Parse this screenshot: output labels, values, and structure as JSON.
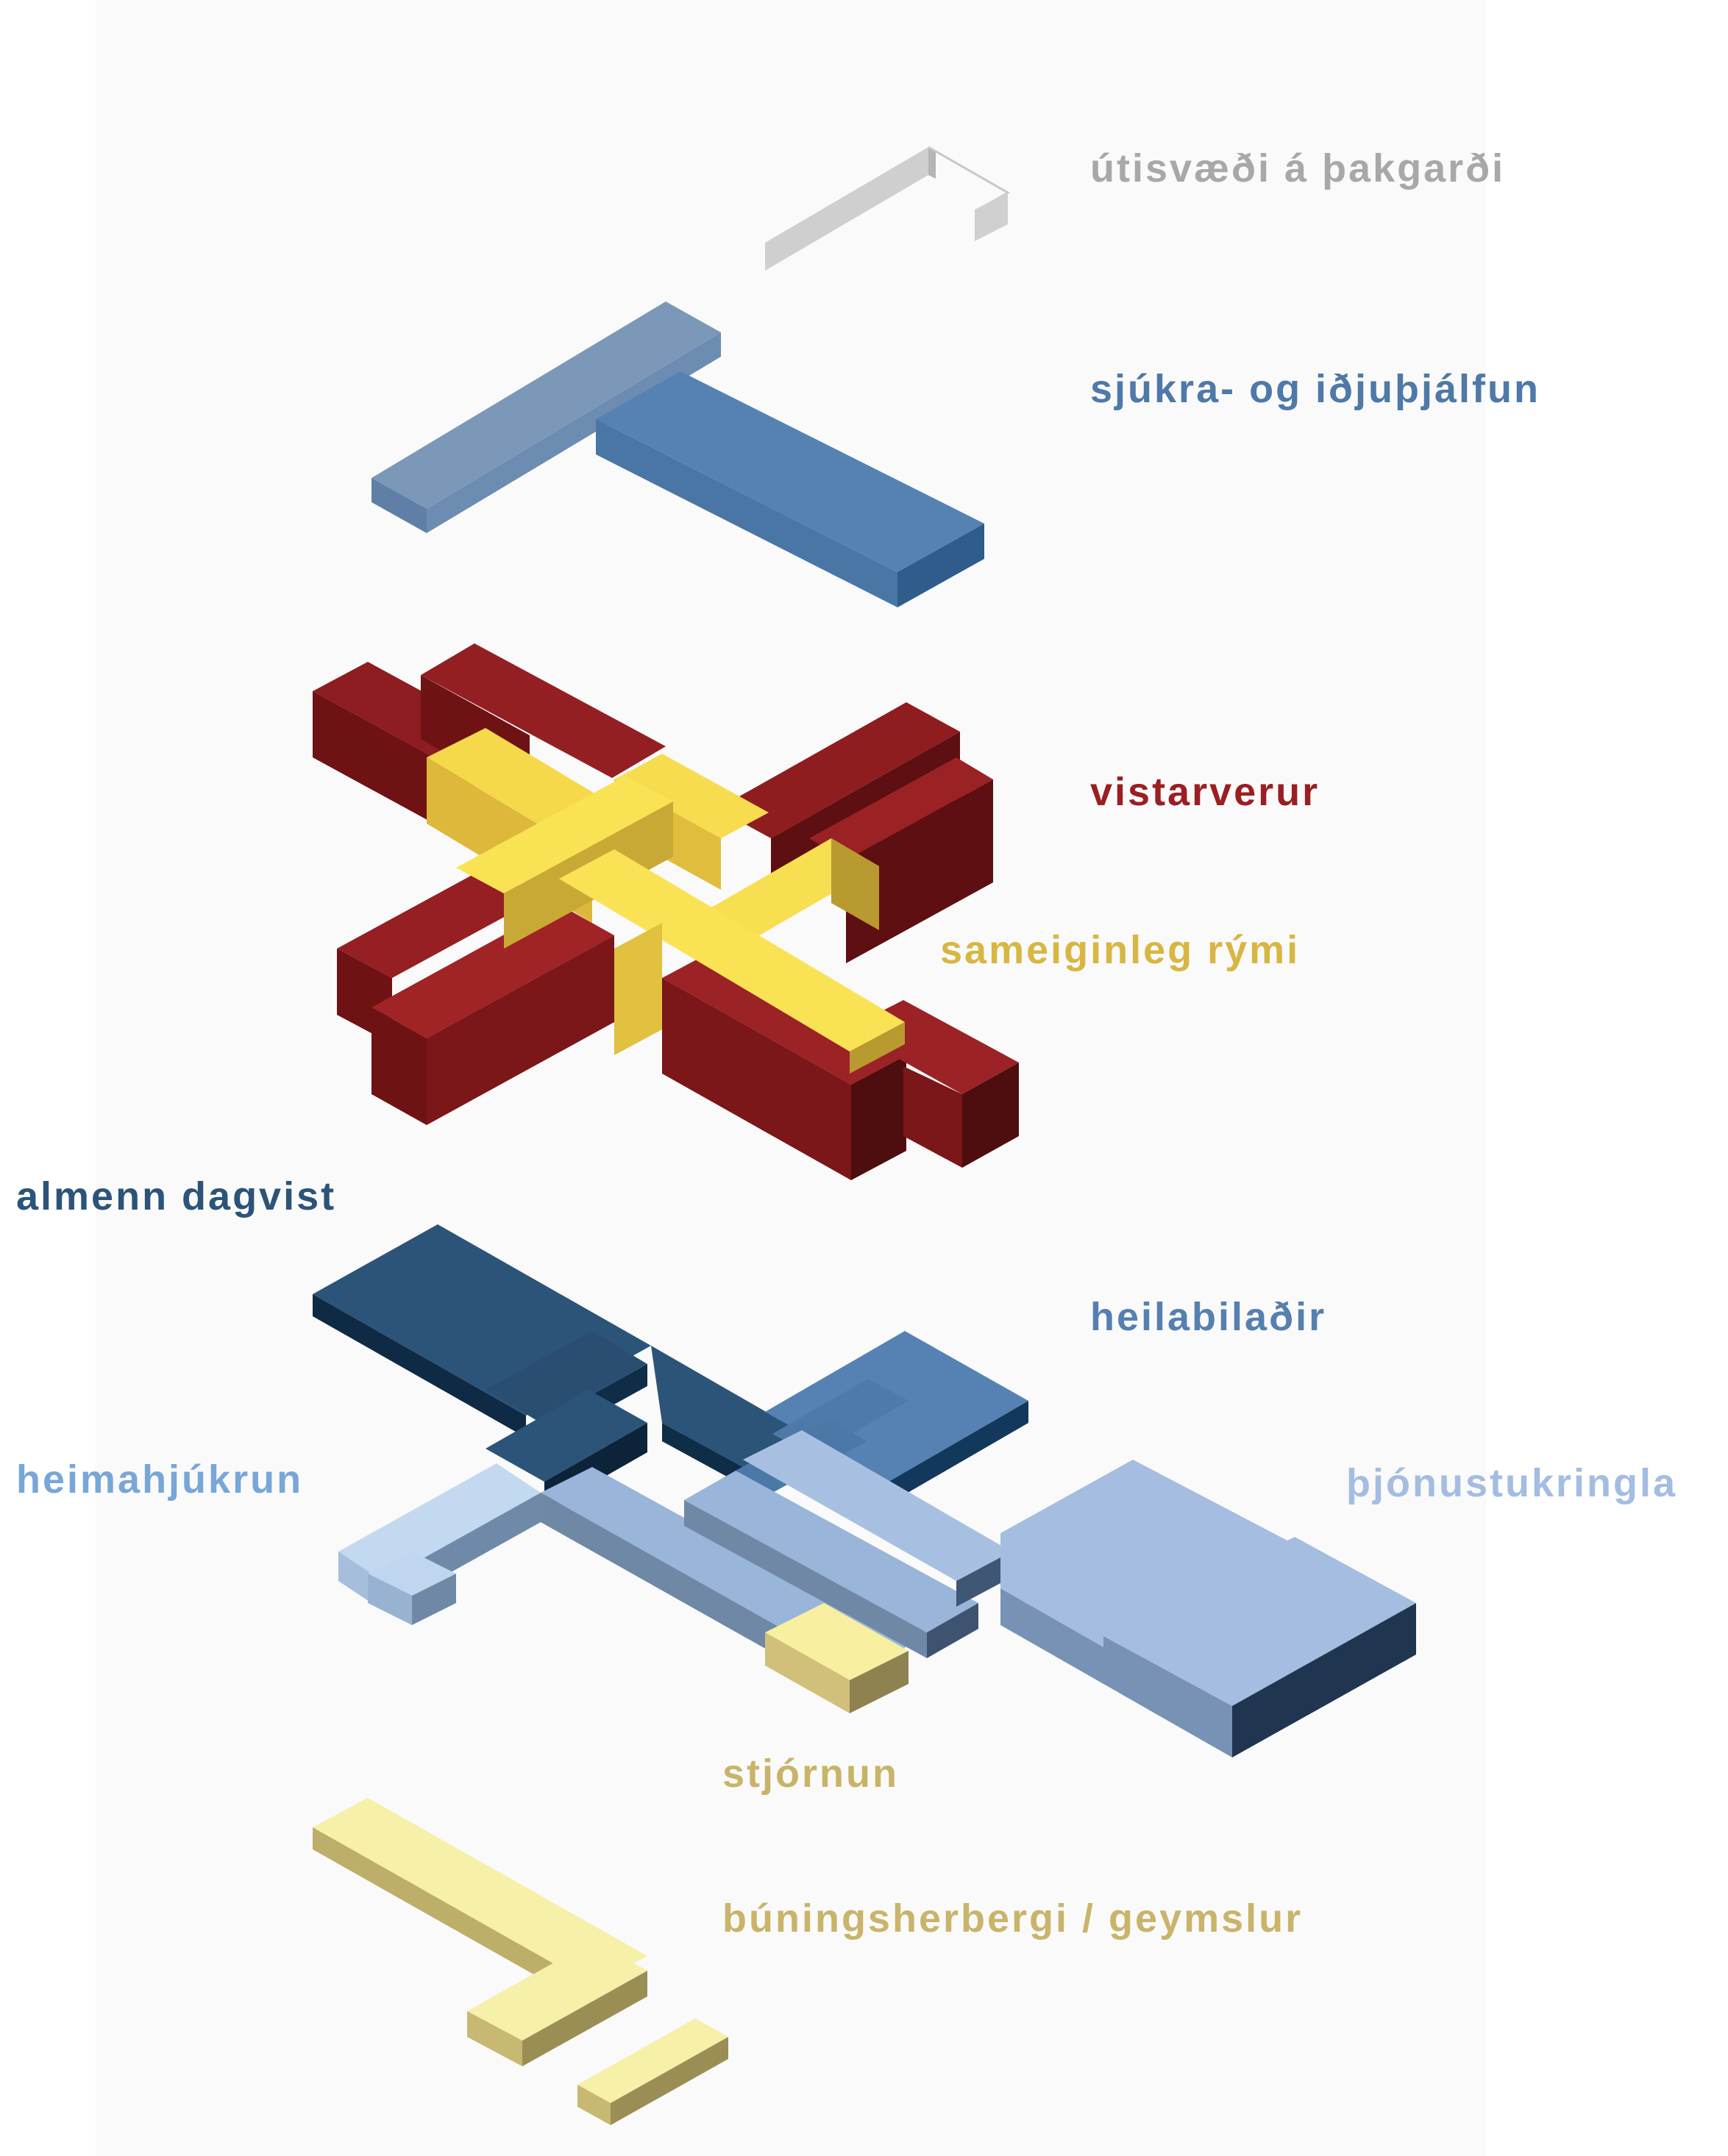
{
  "labels": {
    "outdoor": "útisvæði á þakgarði",
    "physio": "sjúkra- og iðjuþjálfun",
    "living": "vistarverur",
    "common": "sameiginleg rými",
    "daycare": "almenn dagvist",
    "dementia": "heilabilaðir",
    "homecare": "heimahjúkrun",
    "service": "þjónustukringla",
    "admin": "stjórnun",
    "storage": "búningsherbergi / geymslur"
  },
  "colors": {
    "outdoor": "#a8a8a8",
    "physio": "#4e79a8",
    "living": "#9a1f22",
    "common": "#d8b642",
    "daycare": "#2c5478",
    "dementia": "#5580b0",
    "homecare": "#78a6d8",
    "service": "#a4bde0",
    "admin": "#c8b468",
    "storage": "#c9b46a"
  }
}
